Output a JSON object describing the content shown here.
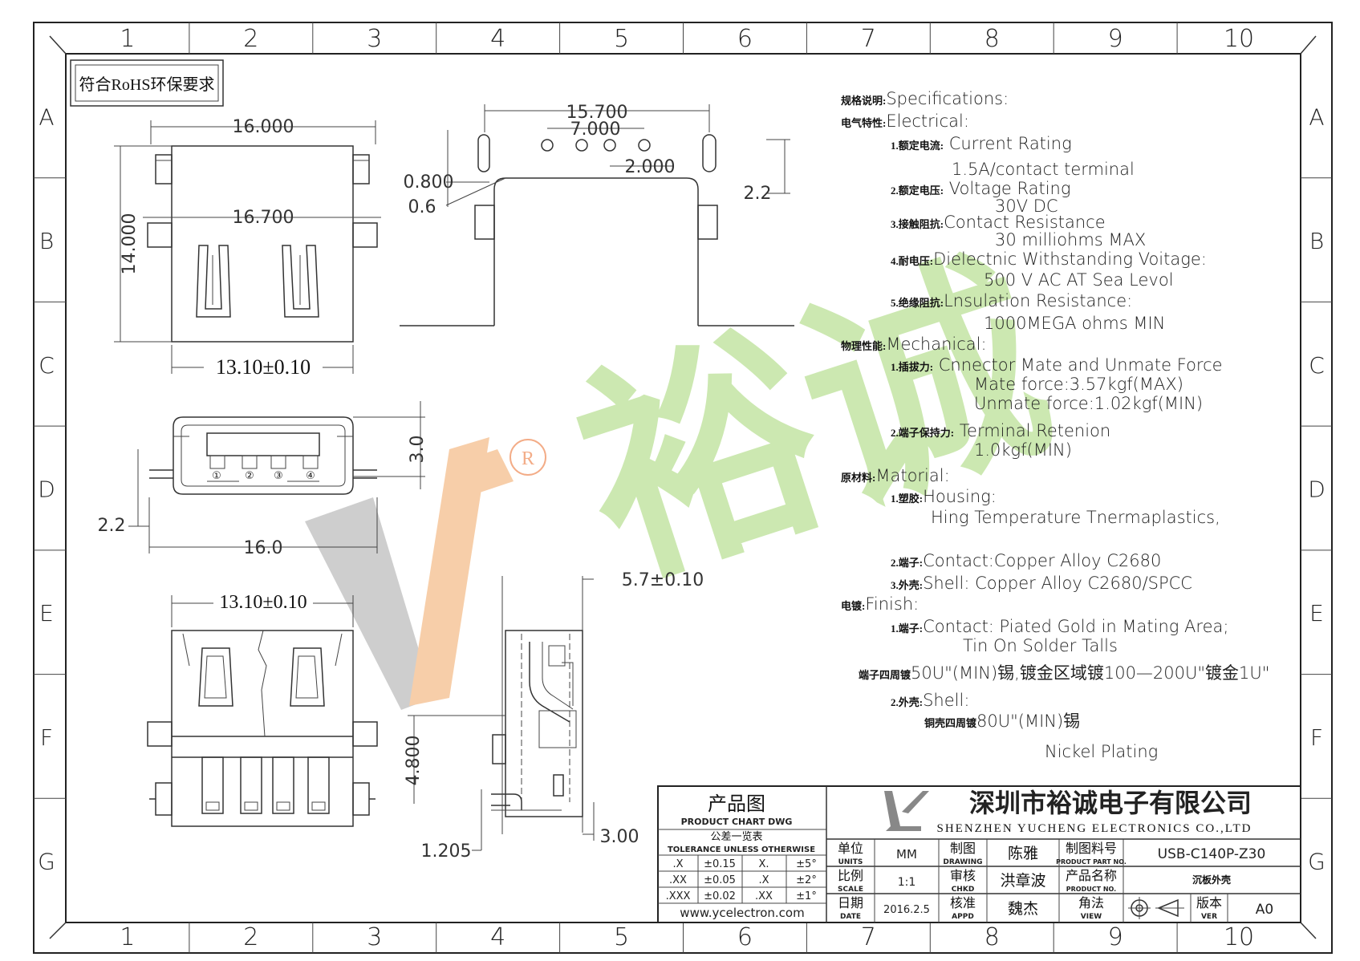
{
  "frame": {
    "cols": [
      "1",
      "2",
      "3",
      "4",
      "5",
      "6",
      "7",
      "8",
      "9",
      "10"
    ],
    "rows": [
      "A",
      "B",
      "C",
      "D",
      "E",
      "F",
      "G"
    ]
  },
  "rohs_note": "符合RoHS环保要求",
  "watermark": {
    "brand": "裕诚",
    "registered": "R",
    "green": "#c7e6a9",
    "orange": "#f6c9a0",
    "gray": "#c9c9c9"
  },
  "dimensions": {
    "top_width": "16.000",
    "top_inner": "16.700",
    "top_height": "14.000",
    "top_bottom": "13.10±0.10",
    "pin_span": "15.700",
    "pin_mid": "7.000",
    "pin_pitch": "2.000",
    "pin_slot": "0.800",
    "pin_slot2": "0.6",
    "pin_right": "2.2",
    "front_height": "3.0",
    "front_offset": "2.2",
    "front_width": "16.0",
    "bottom_width": "13.10±0.10",
    "side_height": "5.7±0.10",
    "side_4800": "4.800",
    "side_1205": "1.205",
    "side_300": "3.00"
  },
  "pins": [
    "①",
    "②",
    "③",
    "④"
  ],
  "specs": [
    {
      "cn": "规格说明:",
      "en": "Specifications:",
      "indent": 0
    },
    {
      "cn": "电气特性:",
      "en": "Electrical:",
      "indent": 0
    },
    {
      "cn": "1.额定电流:",
      "en": " Current  Rating",
      "indent": 1
    },
    {
      "cn": "",
      "en": "1.5A/contact  terminal",
      "indent": 2
    },
    {
      "cn": "2.额定电压:",
      "en": " Voltage  Rating",
      "indent": 1
    },
    {
      "cn": "",
      "en": "30V  DC",
      "indent": 3
    },
    {
      "cn": "3.接触阻抗:",
      "en": "Contact  Resistance",
      "indent": 1
    },
    {
      "cn": "",
      "en": "30  milliohms  MAX",
      "indent": 3
    },
    {
      "cn": "4.耐电压:",
      "en": "Dielectnic  Withstanding  Voitage:",
      "indent": 1
    },
    {
      "cn": "",
      "en": "500  V  AC  AT  Sea  Levol",
      "indent": 4
    },
    {
      "cn": "5.绝缘阻抗:",
      "en": "Lnsulation  Resistance:",
      "indent": 1
    },
    {
      "cn": "",
      "en": "1000MEGA  ohms  MIN",
      "indent": 4
    },
    {
      "cn": "物理性能:",
      "en": "Mechanical:",
      "indent": 0
    },
    {
      "cn": "1.插拔力:",
      "en": " Cnnector  Mate  and  Unmate  Force",
      "indent": 1
    },
    {
      "cn": "",
      "en": "Mate  force:3.57kgf(MAX)",
      "indent": 5
    },
    {
      "cn": "",
      "en": "Unmate  force:1.02kgf(MIN)",
      "indent": 5
    },
    {
      "cn": "2.端子保持力:",
      "en": " Terminal  Retenion",
      "indent": 1
    },
    {
      "cn": "",
      "en": "1.0kgf(MIN)",
      "indent": 5
    },
    {
      "cn": "原材料:",
      "en": "Matorial:",
      "indent": 0
    },
    {
      "cn": "1.塑胶:",
      "en": "Housing:",
      "indent": 1
    },
    {
      "cn": "",
      "en": "Hing  Temperature   Tnermaplastics,",
      "indent": 6
    },
    {
      "cn": "2.端子:",
      "en": "Contact:Copper  Alloy  C2680",
      "indent": 1
    },
    {
      "cn": "3.外壳:",
      "en": "Shell:  Copper  Alloy  C2680/SPCC",
      "indent": 1
    },
    {
      "cn": "电镀:",
      "en": "Finish:",
      "indent": 0
    },
    {
      "cn": "1.端子:",
      "en": "Contact:  Piated  Gold  in  Mating  Area;",
      "indent": 1
    },
    {
      "cn": "",
      "en": "Tin  On  Solder  Talls",
      "indent": 7
    },
    {
      "cn": "端子四周镀",
      "en": "50U\"(MIN)锡,镀金区域镀100—200U\"镀金1U\"",
      "indent": 8
    },
    {
      "cn": "2.外壳:",
      "en": "Shell:",
      "indent": 1
    },
    {
      "cn": "铜壳四周镀",
      "en": "80U\"(MIN)锡",
      "indent": 9
    },
    {
      "cn": "",
      "en": "Nickel  Plating",
      "indent": 10
    }
  ],
  "titleblock": {
    "chart_cn": "产品图",
    "chart_en": "PRODUCT CHART DWG",
    "tol_cn": "公差一览表",
    "tol_en": "TOLERANCE UNLESS OTHERWISE",
    "tolerance": [
      [
        ".X",
        "±0.15",
        "X.",
        "±5°"
      ],
      [
        ".XX",
        "±0.05",
        ".X",
        "±2°"
      ],
      [
        ".XXX",
        "±0.02",
        ".XX",
        "±1°"
      ]
    ],
    "website": "www.ycelectron.com",
    "company_cn": "深圳市裕诚电子有限公司",
    "company_en": "SHENZHEN YUCHENG ELECTRONICS CO.,LTD",
    "units_label": "单位",
    "units_sub": "UNITS",
    "units_val": "MM",
    "scale_label": "比例",
    "scale_sub": "SCALE",
    "scale_val": "1:1",
    "date_label": "日期",
    "date_sub": "DATE",
    "date_val": "2016.2.5",
    "drawing_label": "制图",
    "drawing_sub": "DRAWING",
    "drawing_val": "陈雅",
    "chkd_label": "审核",
    "chkd_sub": "CHKD",
    "chkd_val": "洪章波",
    "appd_label": "核准",
    "appd_sub": "APPD",
    "appd_val": "魏杰",
    "partno_label": "制图料号",
    "partno_sub": "PRODUCT PART NO.",
    "partno_val": "USB-C140P-Z30",
    "pname_label": "产品名称",
    "pname_sub": "PRODUCT NO.",
    "pname_val": "沉板外壳",
    "view_label": "角法",
    "view_sub": "VIEW",
    "ver_label": "版本",
    "ver_sub": "VER",
    "ver_val": "A0"
  }
}
